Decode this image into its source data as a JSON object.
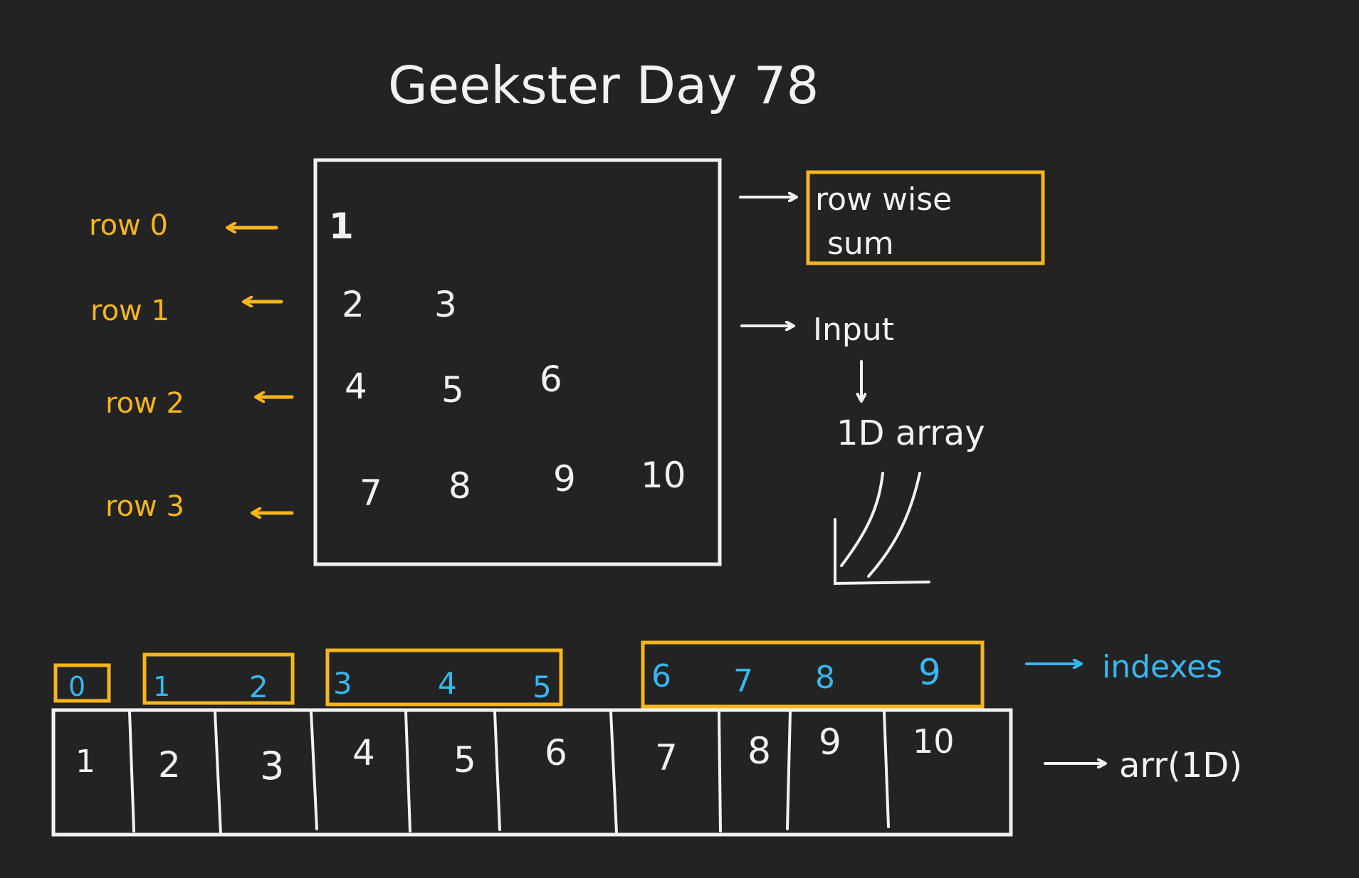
{
  "title": "Geekster Day 78",
  "colors": {
    "background": "#232323",
    "chalk": "#f2f2f2",
    "highlight": "#f5b51d",
    "index": "#36b7f0"
  },
  "row_labels": [
    "row 0",
    "row 1",
    "row 2",
    "row 3"
  ],
  "matrix_rows": [
    [
      "1"
    ],
    [
      "2",
      "3"
    ],
    [
      "4",
      "5",
      "6"
    ],
    [
      "7",
      "8",
      "9",
      "10"
    ]
  ],
  "notes": {
    "row_wise_sum_line1": "row wise",
    "row_wise_sum_line2": "sum",
    "input": "Input",
    "array_1d": "1D array",
    "indexes_label": "indexes",
    "arr_label": "arr(1D)"
  },
  "index_groups": [
    [
      "0"
    ],
    [
      "1",
      "2"
    ],
    [
      "3",
      "4",
      "5"
    ],
    [
      "6",
      "7",
      "8",
      "9"
    ]
  ],
  "array_values": [
    "1",
    "2",
    "3",
    "4",
    "5",
    "6",
    "7",
    "8",
    "9",
    "10"
  ]
}
